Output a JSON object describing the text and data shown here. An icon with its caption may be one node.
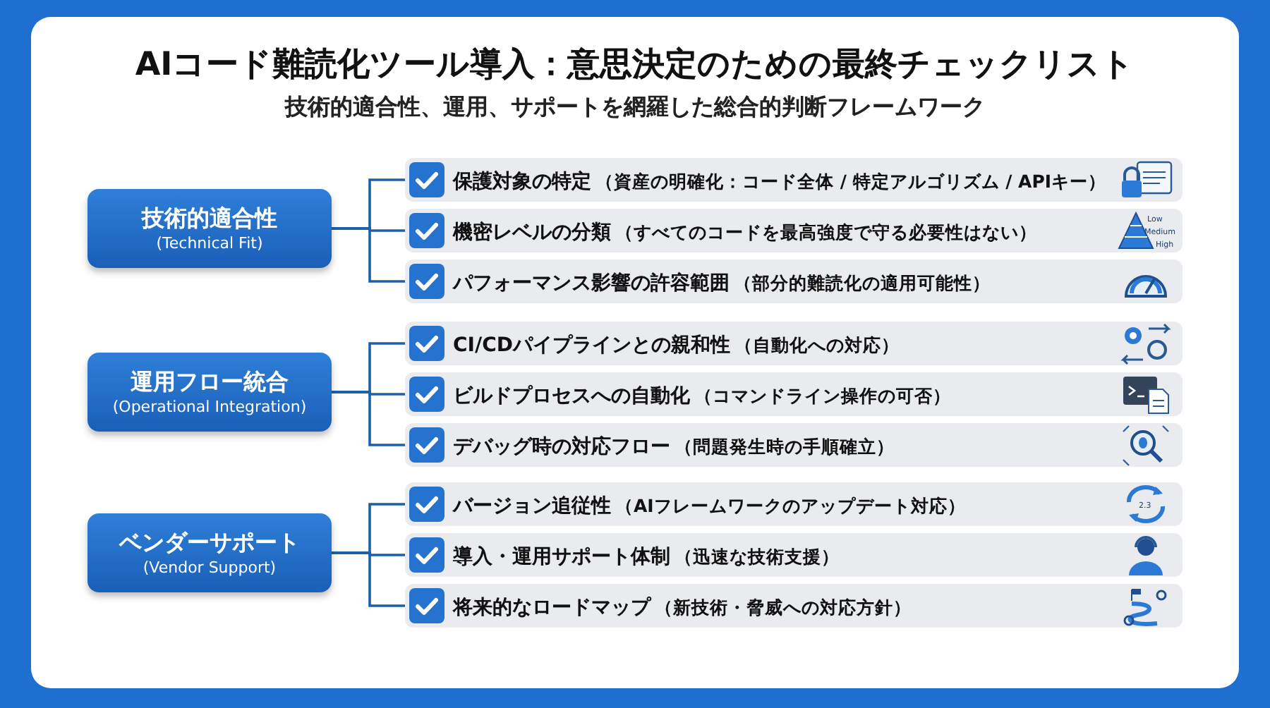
{
  "diagram": {
    "title": "AIコード難読化ツール導入：意思決定のための最終チェックリスト",
    "caption": "技術的適合性、運用、サポートを網羅した総合的判断フレームワーク",
    "nodes": [
      {
        "text": [
          "技術的適合性",
          "(Technical Fit)"
        ]
      },
      {
        "text": [
          "保護対象の特定",
          "（資産の明確化：コード全体 / 特定アルゴリズム / APIキー）"
        ]
      },
      {
        "text": [
          "機密レベルの分類",
          "（すべてのコードを最高強度で守る必要性はない）"
        ]
      },
      {
        "text": [
          "パフォーマンス影響の許容範囲",
          "（部分的難読化の適用可能性）"
        ]
      },
      {
        "text": [
          "運用フロー統合",
          "(Operational Integration)"
        ]
      },
      {
        "text": [
          "CI/CDパイプラインとの親和性",
          "（自動化への対応）"
        ]
      },
      {
        "text": [
          "ビルドプロセスへの自動化",
          "（コマンドライン操作の可否）"
        ]
      },
      {
        "text": [
          "デバッグ時の対応フロー",
          "（問題発生時の手順確立）"
        ]
      },
      {
        "text": [
          "ベンダーサポート",
          "(Vendor Support)"
        ]
      },
      {
        "text": [
          "バージョン追従性",
          "（AIフレームワークのアップデート対応）"
        ]
      },
      {
        "text": [
          "導入・運用サポート体制",
          "（迅速な技術支援）"
        ]
      },
      {
        "text": [
          "将来的なロードマップ",
          "（新技術・脅威への対応方針）"
        ]
      }
    ],
    "edges": [
      {
        "from": 0,
        "to": 1,
        "arrow": "none"
      },
      {
        "from": 0,
        "to": 2,
        "arrow": "none"
      },
      {
        "from": 0,
        "to": 3,
        "arrow": "none"
      },
      {
        "from": 4,
        "to": 5,
        "arrow": "none"
      },
      {
        "from": 4,
        "to": 6,
        "arrow": "none"
      },
      {
        "from": 4,
        "to": 7,
        "arrow": "none"
      },
      {
        "from": 8,
        "to": 9,
        "arrow": "none"
      },
      {
        "from": 8,
        "to": 10,
        "arrow": "none"
      },
      {
        "from": 8,
        "to": 11,
        "arrow": "none"
      }
    ],
    "labels": [
      "Low",
      "Medium",
      "High",
      "2.3"
    ]
  }
}
